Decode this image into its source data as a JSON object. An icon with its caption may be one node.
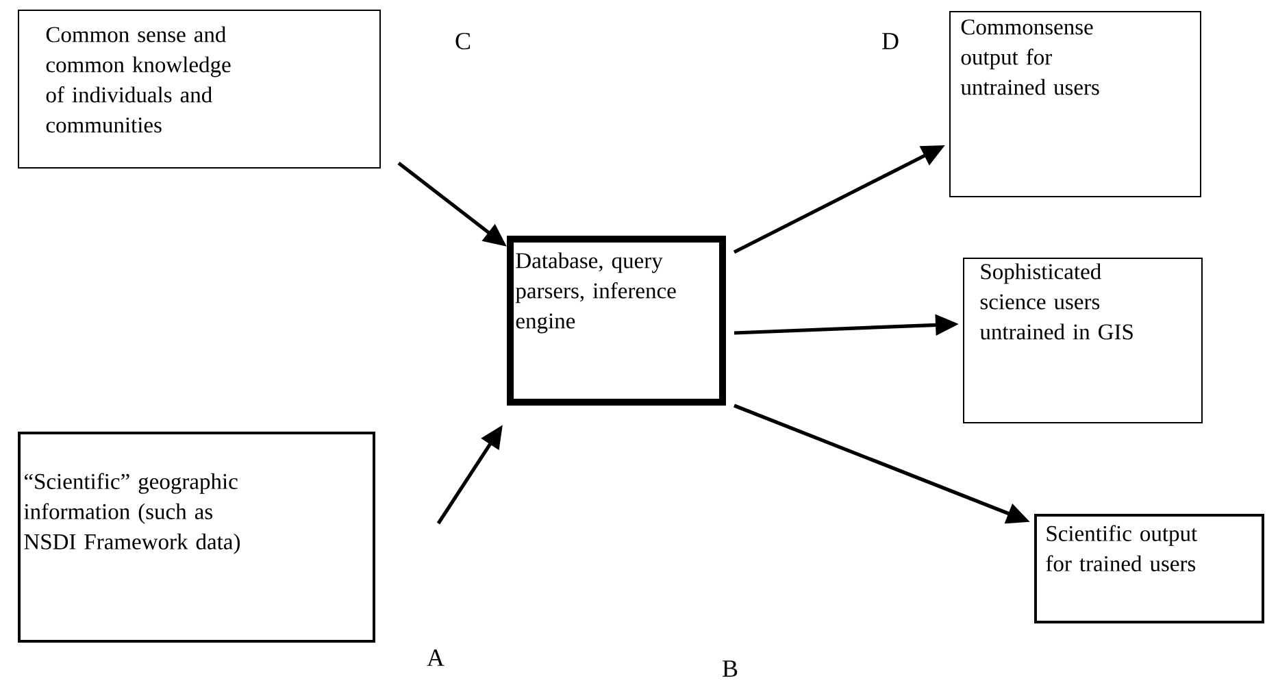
{
  "diagram": {
    "nodes": [
      {
        "text": [
          "Common sense and common knowledge of individuals and communities"
        ]
      },
      {
        "text": [
          "Database, query parsers, inference engine"
        ]
      },
      {
        "text": [
          "“Scientific” geographic information (such as NSDI Framework data)"
        ]
      },
      {
        "text": [
          "Commonsense output for untrained users"
        ]
      },
      {
        "text": [
          "Sophisticated science users untrained in GIS"
        ]
      },
      {
        "text": [
          "Scientific output for trained users"
        ]
      }
    ],
    "edges": [
      {
        "from": 0,
        "to": 1,
        "arrow": "to"
      },
      {
        "from": 2,
        "to": 1,
        "arrow": "to"
      },
      {
        "from": 1,
        "to": 3,
        "arrow": "to"
      },
      {
        "from": 1,
        "to": 4,
        "arrow": "to"
      },
      {
        "from": 1,
        "to": 5,
        "arrow": "to"
      }
    ],
    "labels": [
      "C",
      "D",
      "A",
      "B"
    ]
  }
}
